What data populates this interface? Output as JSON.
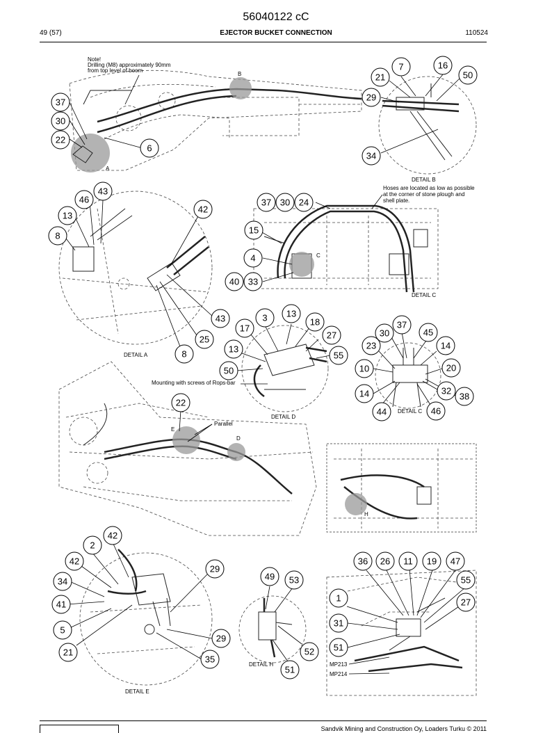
{
  "header": {
    "doc_number": "56040122 cC",
    "page": "49 (57)",
    "title": "EJECTOR BUCKET CONNECTION",
    "date_code": "110524"
  },
  "notes": {
    "drilling_1": "Note!",
    "drilling_2": "Drilling (M8) approximately 90mm",
    "drilling_3": "from top level of boom",
    "hoses_1": "Hoses are located as low as possible",
    "hoses_2": "at the corner of stone plough and",
    "hoses_3": "shell plate.",
    "mounting": "Mounting with screws of Rops-bar",
    "parallel": "Parallel"
  },
  "detail_labels": {
    "a": "DETAIL A",
    "b": "DETAIL B",
    "c": "DETAIL C",
    "d": "DETAIL D",
    "e": "DETAIL E",
    "h": "DETAIL H",
    "mp213": "MP213",
    "mp214": "MP214"
  },
  "spot_letters": {
    "a": "A",
    "b": "B",
    "c": "C",
    "d": "D",
    "e": "E",
    "h": "H"
  },
  "callouts": {
    "c_37a": "37",
    "c_30a": "30",
    "c_22a": "22",
    "c_6": "6",
    "c_7": "7",
    "c_16": "16",
    "c_21a": "21",
    "c_50a": "50",
    "c_29a": "29",
    "c_34a": "34",
    "c_43a": "43",
    "c_46a": "46",
    "c_13a": "13",
    "c_8a": "8",
    "c_42a": "42",
    "c_43b": "43",
    "c_25": "25",
    "c_8b": "8",
    "c_37b": "37",
    "c_30b": "30",
    "c_24": "24",
    "c_15": "15",
    "c_4": "4",
    "c_40": "40",
    "c_33": "33",
    "c_3": "3",
    "c_13b": "13",
    "c_18": "18",
    "c_17": "17",
    "c_27a": "27",
    "c_13c": "13",
    "c_55a": "55",
    "c_50b": "50",
    "c_30c": "30",
    "c_37c": "37",
    "c_45": "45",
    "c_23": "23",
    "c_14a": "14",
    "c_10": "10",
    "c_20": "20",
    "c_14b": "14",
    "c_32": "32",
    "c_38": "38",
    "c_44": "44",
    "c_46b": "46",
    "c_22b": "22",
    "c_42b": "42",
    "c_2": "2",
    "c_42c": "42",
    "c_34b": "34",
    "c_41": "41",
    "c_5": "5",
    "c_21b": "21",
    "c_29b": "29",
    "c_29c": "29",
    "c_35": "35",
    "c_49": "49",
    "c_53": "53",
    "c_52": "52",
    "c_51a": "51",
    "c_36": "36",
    "c_26": "26",
    "c_11": "11",
    "c_19": "19",
    "c_47": "47",
    "c_55b": "55",
    "c_1": "1",
    "c_27b": "27",
    "c_31": "31",
    "c_51b": "51"
  },
  "footer": {
    "copyright": "Sandvik Mining and Construction Oy, Loaders Turku © 2011"
  },
  "colors": {
    "highlight_spot": "#9a9a9a",
    "ink": "#000000"
  }
}
